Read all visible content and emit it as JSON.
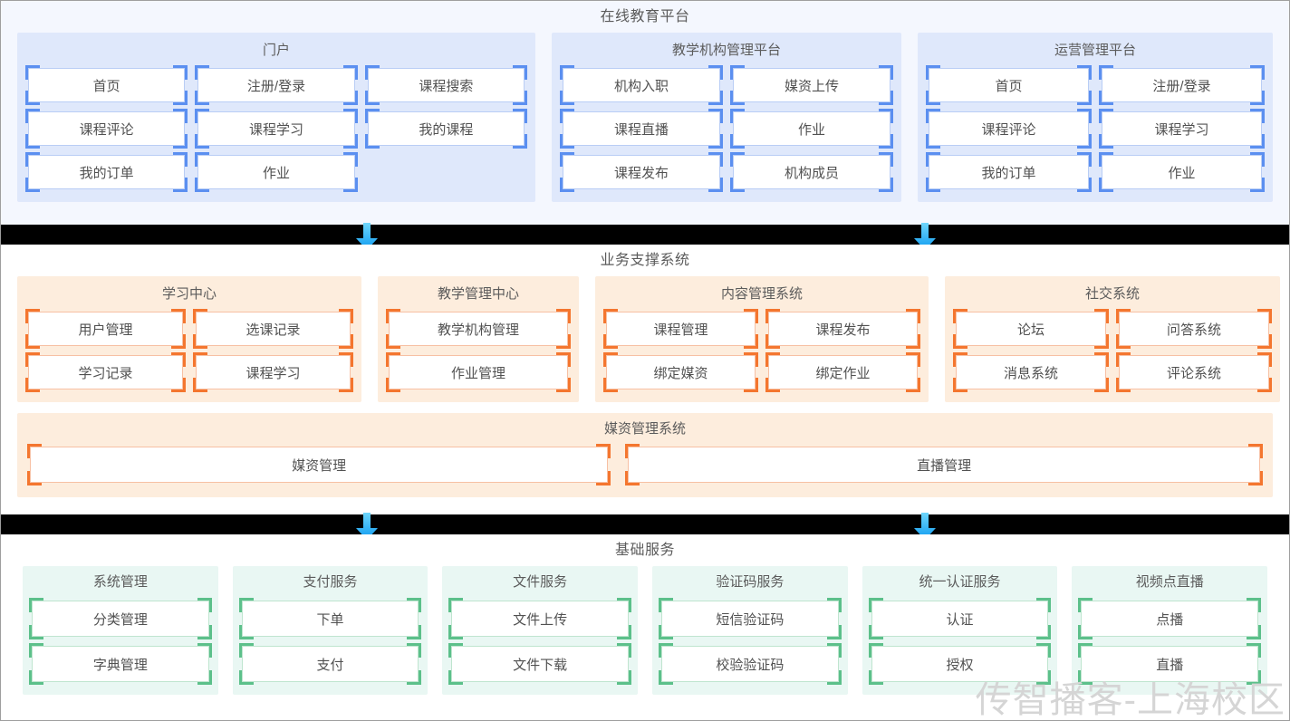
{
  "diagram": {
    "watermark": "传智播客-上海校区",
    "colors": {
      "blue_accent": "#5b8ff0",
      "blue_panel": "#dfe8fb",
      "blue_band": "#f4f7fe",
      "orange_accent": "#f4762f",
      "orange_panel": "#fdeddd",
      "green_accent": "#5cc08a",
      "green_panel": "#e9f7f3",
      "separator": "#000000",
      "arrow": "#29b6f6",
      "text": "#595959",
      "watermark": "#d5d5d5"
    }
  },
  "bands": {
    "top": {
      "title": "在线教育平台",
      "groups": [
        {
          "title": "门户",
          "columns": 3,
          "items": [
            "首页",
            "注册/登录",
            "课程搜索",
            "课程评论",
            "课程学习",
            "我的课程",
            "我的订单",
            "作业"
          ]
        },
        {
          "title": "教学机构管理平台",
          "columns": 2,
          "items": [
            "机构入职",
            "媒资上传",
            "课程直播",
            "作业",
            "课程发布",
            "机构成员"
          ]
        },
        {
          "title": "运营管理平台",
          "columns": 2,
          "items": [
            "首页",
            "注册/登录",
            "课程评论",
            "课程学习",
            "我的订单",
            "作业"
          ]
        }
      ]
    },
    "middle": {
      "title": "业务支撑系统",
      "groups": [
        {
          "title": "学习中心",
          "columns": 2,
          "items": [
            "用户管理",
            "选课记录",
            "学习记录",
            "课程学习"
          ]
        },
        {
          "title": "教学管理中心",
          "columns": 1,
          "items": [
            "教学机构管理",
            "作业管理"
          ]
        },
        {
          "title": "内容管理系统",
          "columns": 2,
          "items": [
            "课程管理",
            "课程发布",
            "绑定媒资",
            "绑定作业"
          ]
        },
        {
          "title": "社交系统",
          "columns": 2,
          "items": [
            "论坛",
            "问答系统",
            "消息系统",
            "评论系统"
          ]
        }
      ],
      "media_group": {
        "title": "媒资管理系统",
        "items": [
          "媒资管理",
          "直播管理"
        ]
      }
    },
    "bottom": {
      "title": "基础服务",
      "groups": [
        {
          "title": "系统管理",
          "columns": 1,
          "items": [
            "分类管理",
            "字典管理"
          ]
        },
        {
          "title": "支付服务",
          "columns": 1,
          "items": [
            "下单",
            "支付"
          ]
        },
        {
          "title": "文件服务",
          "columns": 1,
          "items": [
            "文件上传",
            "文件下载"
          ]
        },
        {
          "title": "验证码服务",
          "columns": 1,
          "items": [
            "短信验证码",
            "校验验证码"
          ]
        },
        {
          "title": "统一认证服务",
          "columns": 1,
          "items": [
            "认证",
            "授权"
          ]
        },
        {
          "title": "视频点直播",
          "columns": 1,
          "items": [
            "点播",
            "直播"
          ]
        }
      ]
    }
  },
  "separators": [
    {
      "name": "top-to-middle",
      "arrows": [
        404,
        1020
      ]
    },
    {
      "name": "middle-to-bottom",
      "arrows": [
        404,
        1020
      ]
    }
  ]
}
